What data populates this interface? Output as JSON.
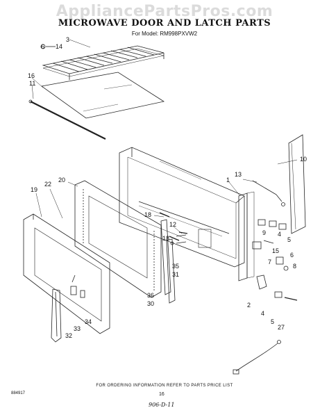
{
  "watermark": "AppliancePartsPros.com",
  "title": "MICROWAVE DOOR AND LATCH PARTS",
  "subtitle": "For Model: RM998PXVW2",
  "callouts": [
    "6",
    "14",
    "3",
    "16",
    "11",
    "10",
    "13",
    "1",
    "19",
    "22",
    "20",
    "18",
    "12",
    "18",
    "9",
    "4",
    "5",
    "15",
    "7",
    "6",
    "8",
    "35",
    "31",
    "36",
    "30",
    "2",
    "4",
    "5",
    "27",
    "32",
    "33",
    "34"
  ],
  "footer_note": "FOR ORDERING INFORMATION REFER TO PARTS PRICE LIST",
  "doc_number": "884917",
  "page_number": "16",
  "handwritten_note": "906-D-11"
}
